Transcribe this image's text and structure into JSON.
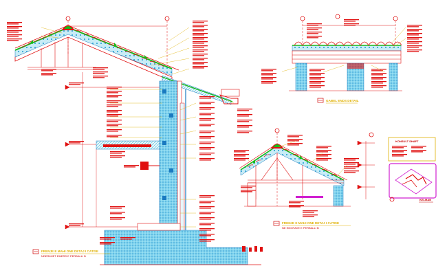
{
  "drawing": {
    "main_detail": {
      "title": "FRENJE E MAHI ONE DETAJ I CATISE",
      "subtitle": "NDERMJET EMERS E PERBALLI B"
    },
    "right_detail": {
      "title": "FRENJE E MAHI ONE DETAJ I CATISE",
      "subtitle": "NE ENGRAVE E PERBALLI B"
    },
    "gable_detail": {
      "title": "GABEL ENDS DETAIL"
    },
    "key_plan": {
      "label": "KELMAN",
      "box_title": "KONSULT SHAFT"
    }
  },
  "colors": {
    "background": "#ffffff",
    "cad_red": "#e01010",
    "cad_cyan": "#3ab8d8",
    "cad_green": "#18b818",
    "cad_yellow": "#e0b000",
    "cad_magenta": "#d020d0",
    "cad_blue": "#3030d0"
  }
}
